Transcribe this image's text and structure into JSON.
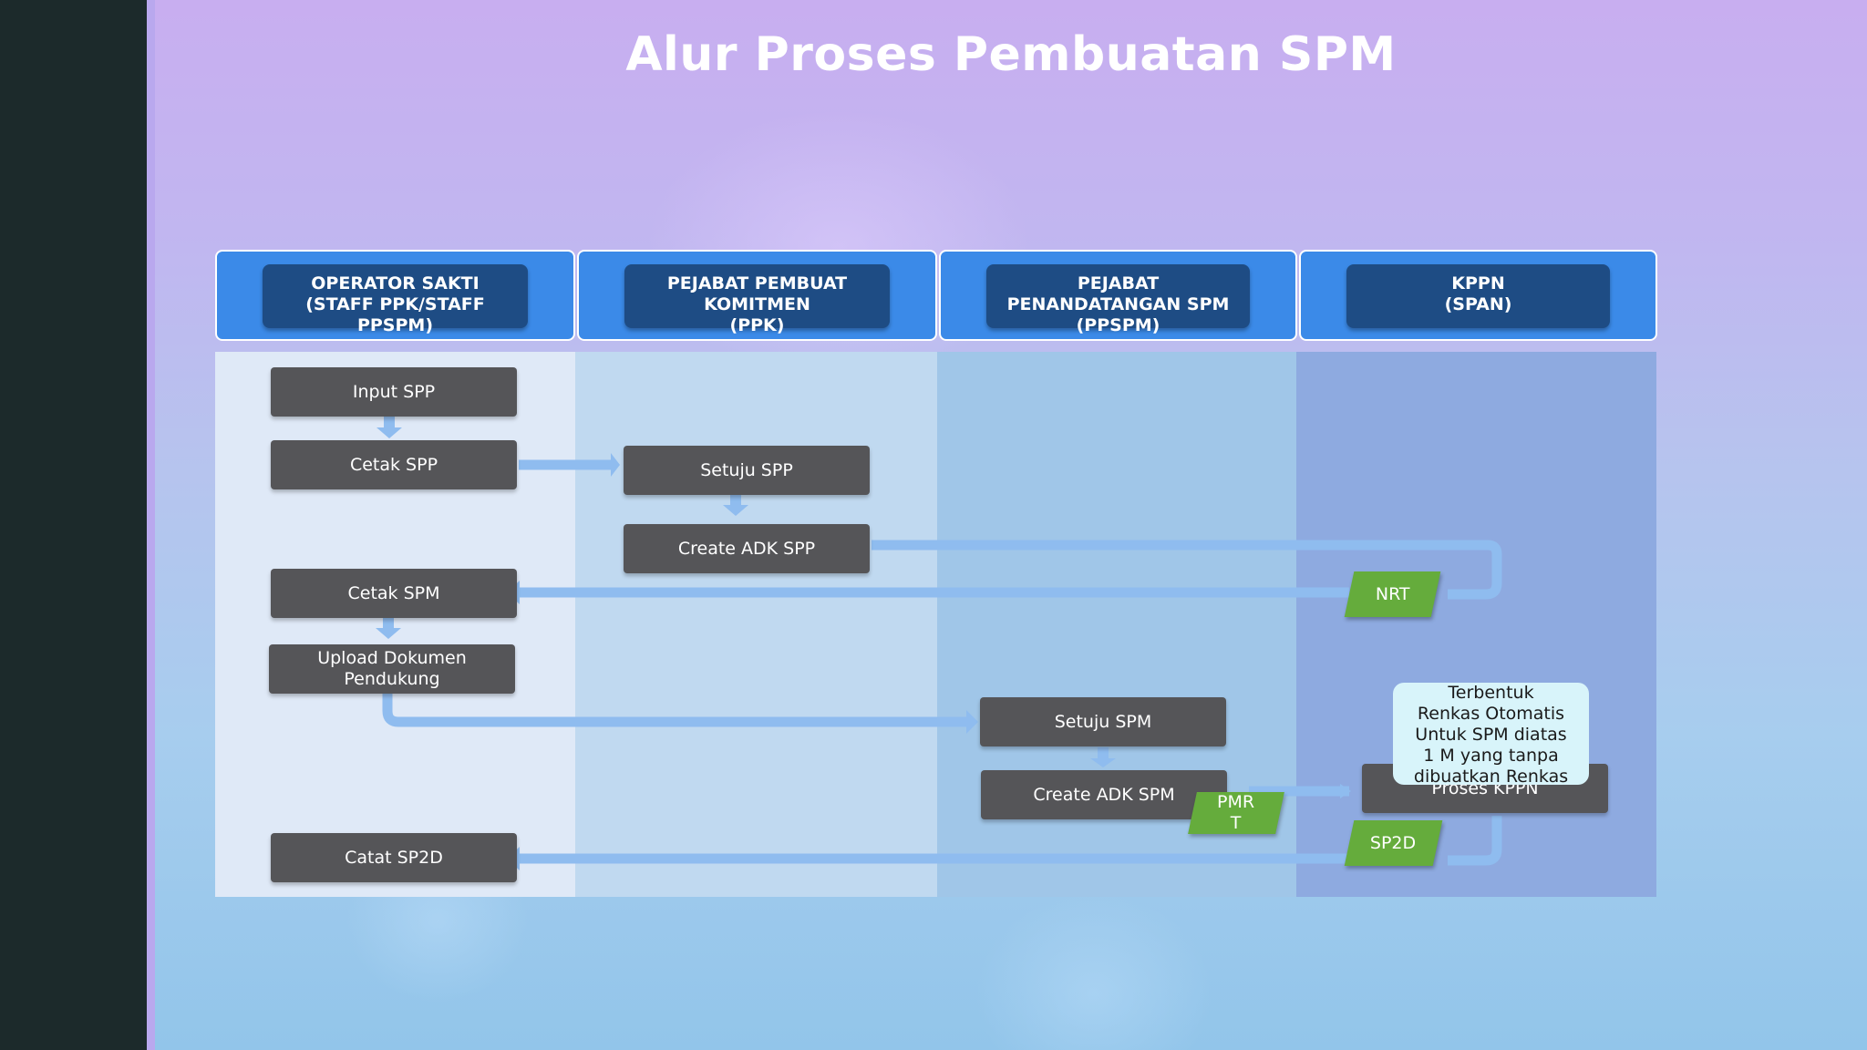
{
  "title": "Alur Proses Pembuatan SPM",
  "lanes": [
    {
      "header": "OPERATOR SAKTI\n(STAFF PPK/STAFF\nPPSPM)"
    },
    {
      "header": "PEJABAT PEMBUAT\nKOMITMEN\n(PPK)"
    },
    {
      "header": "PEJABAT\nPENANDATANGAN SPM\n(PPSPM)"
    },
    {
      "header": "KPPN\n(SPAN)"
    }
  ],
  "steps": {
    "input_spp": "Input SPP",
    "cetak_spp": "Cetak SPP",
    "setuju_spp": "Setuju SPP",
    "create_adk_spp": "Create ADK SPP",
    "cetak_spm": "Cetak SPM",
    "upload_dokumen": "Upload Dokumen\nPendukung",
    "setuju_spm": "Setuju SPM",
    "create_adk_spm": "Create ADK SPM",
    "proses_kppn": "Proses KPPN",
    "catat_sp2d": "Catat SP2D"
  },
  "outputs": {
    "nrt": "NRT",
    "pmrt": "PMR\nT",
    "sp2d": "SP2D"
  },
  "note": "Terbentuk\nRenkas Otomatis\nUntuk SPM diatas\n1 M yang tanpa\ndibuatkan Renkas",
  "colors": {
    "lane_header": "#3b8ae8",
    "header_pill": "#1e4c84",
    "step_box": "#555558",
    "output_tag": "#65ac3c",
    "arrow": "#8fbcef"
  }
}
